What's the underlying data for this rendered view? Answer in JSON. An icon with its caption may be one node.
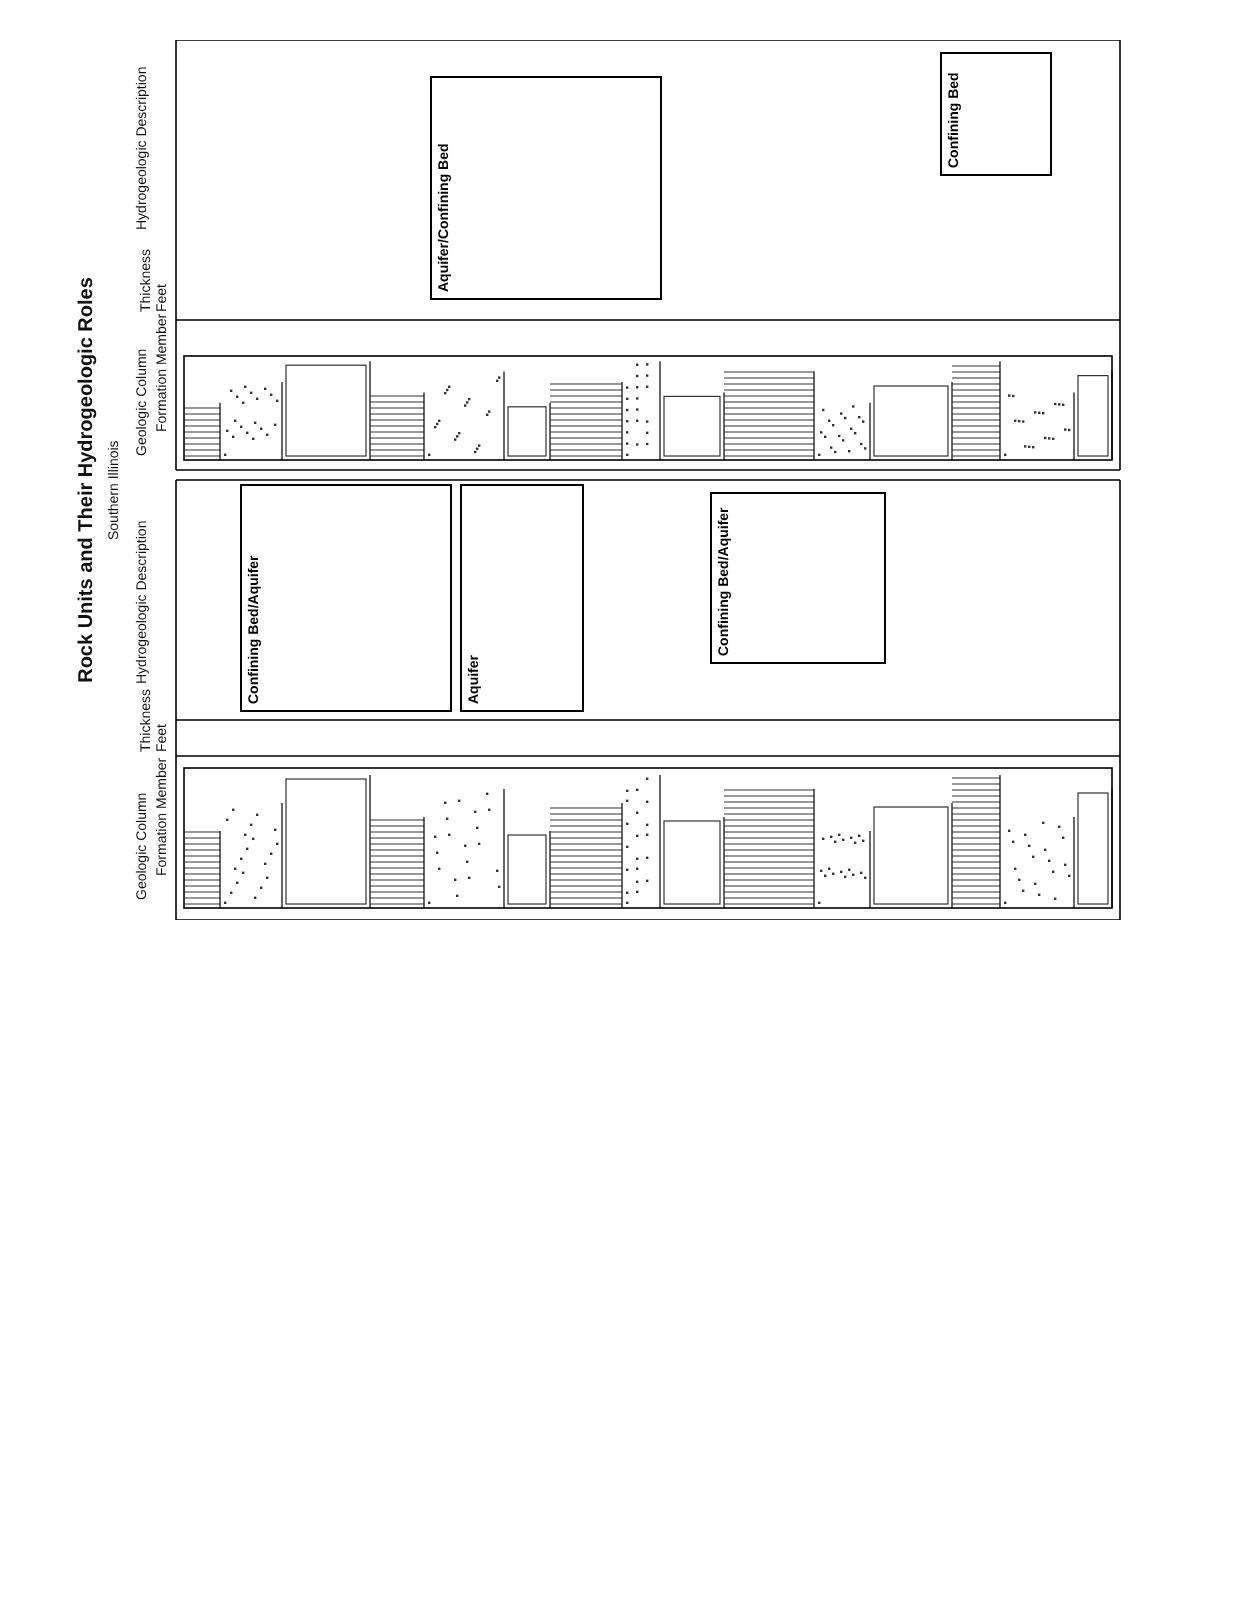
{
  "diagram": {
    "title": "Rock Units and Their Hydrogeologic Roles",
    "nodes": [
      {
        "text": [
          "Confining Bed/Aquifer"
        ]
      },
      {
        "text": [
          "Aquifer"
        ]
      },
      {
        "text": [
          "Confining Bed/Aquifer"
        ]
      },
      {
        "text": [
          "Aquifer/Confining Bed"
        ]
      },
      {
        "text": [
          "Confining Bed"
        ]
      }
    ],
    "labels": [
      "Southern Illinois",
      "Geologic Column",
      "Formation Member",
      "Thickness Feet",
      "Hydrogeologic Description",
      "Geologic Column",
      "Formation Member",
      "Thickness Feet",
      "Hydrogeologic Description"
    ]
  }
}
